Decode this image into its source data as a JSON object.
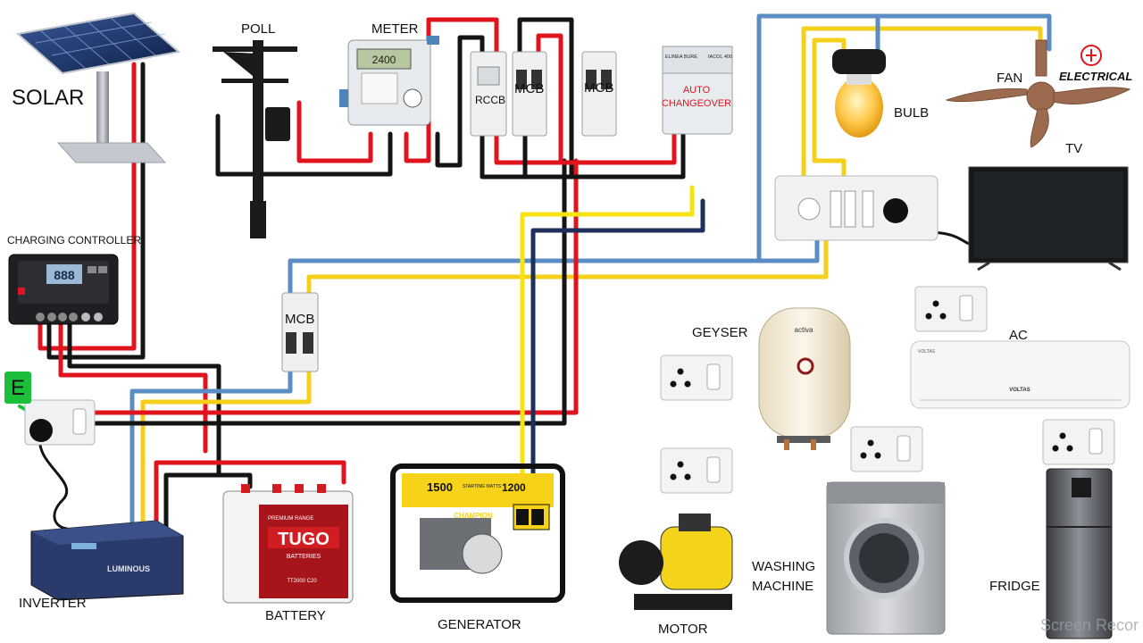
{
  "labels": {
    "solar": "SOLAR",
    "poll": "POLL",
    "meter": "METER",
    "rccb": "RCCB",
    "mcb_main": "MCB",
    "mcb_second": "MCB",
    "mcb_inverter": "MCB",
    "auto_changeover": "AUTO CHANGEOVER",
    "bulb": "BULB",
    "fan": "FAN",
    "tv": "TV",
    "charging_controller": "CHARGING CONTROLLER",
    "earth": "E",
    "geyser": "GEYSER",
    "ac": "AC",
    "inverter": "INVERTER",
    "battery": "BATTERY",
    "generator": "GENERATOR",
    "motor": "MOTOR",
    "washing_machine_1": "WASHING",
    "washing_machine_2": "MACHINE",
    "fridge": "FRIDGE"
  },
  "device_text": {
    "meter_display": "2400",
    "controller_display": "888",
    "changeover_brand": "ELINEA BURE",
    "changeover_model": "IACOL 400",
    "inverter_brand": "LUMINOUS",
    "battery_brand": "TUGO",
    "battery_sub": "BATTERIES",
    "battery_model": "TT2000 C20",
    "battery_tag": "PREMIUM RANGE",
    "generator_brand": "CHAMPION",
    "generator_watts": "1500",
    "generator_watts_label": "STARTING WATTS",
    "generator_running": "1200",
    "geyser_brand": "activa",
    "ac_brand": "VOLTAS",
    "ac_brand_small": "VOLTAS",
    "logo_text": "ELECTRICAL",
    "watermark": "Screen Recor"
  },
  "colors": {
    "live_red": "#e0141e",
    "neutral_black": "#141414",
    "blue_wire": "#5b8cc4",
    "yellow_wire": "#f4cf1c",
    "generator_yellow": "#f5e40f",
    "earth_green": "#1bbf3a",
    "navy_wire": "#1e2f5c"
  }
}
